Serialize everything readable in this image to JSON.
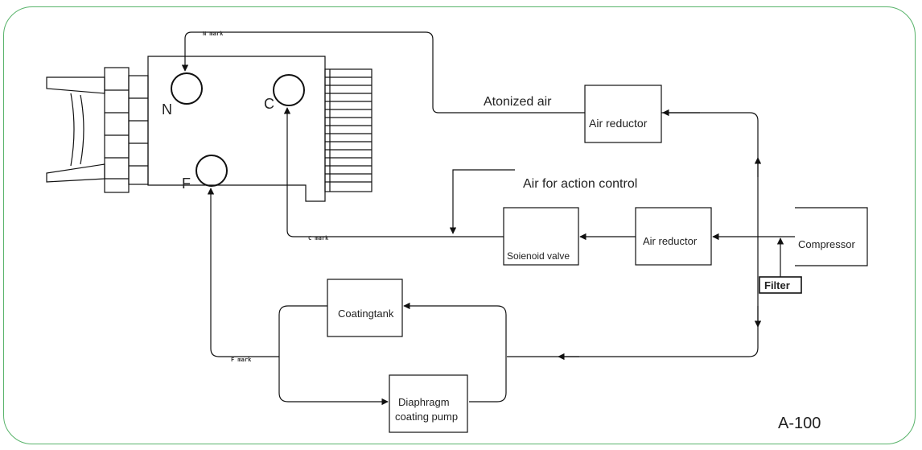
{
  "colors": {
    "frame": "#58b36a",
    "line": "#111111"
  },
  "port_labels": {
    "n": "N",
    "c": "C",
    "f": "F"
  },
  "line_marks": {
    "n": "N mark",
    "c": "C mark",
    "f": "F mark"
  },
  "flow_labels": {
    "atomized_air": "Atonized air",
    "action_air": "Air for action control"
  },
  "boxes": {
    "air_reductor_top": "Air reductor",
    "air_reductor_mid": "Air reductor",
    "solenoid_valve": "Soienoid valve",
    "compressor": "Compressor",
    "filter": "Filter",
    "coating_tank": "Coatingtank",
    "pump_line1": "Diaphragm",
    "pump_line2": "coating pump"
  },
  "model_code": "A-100"
}
